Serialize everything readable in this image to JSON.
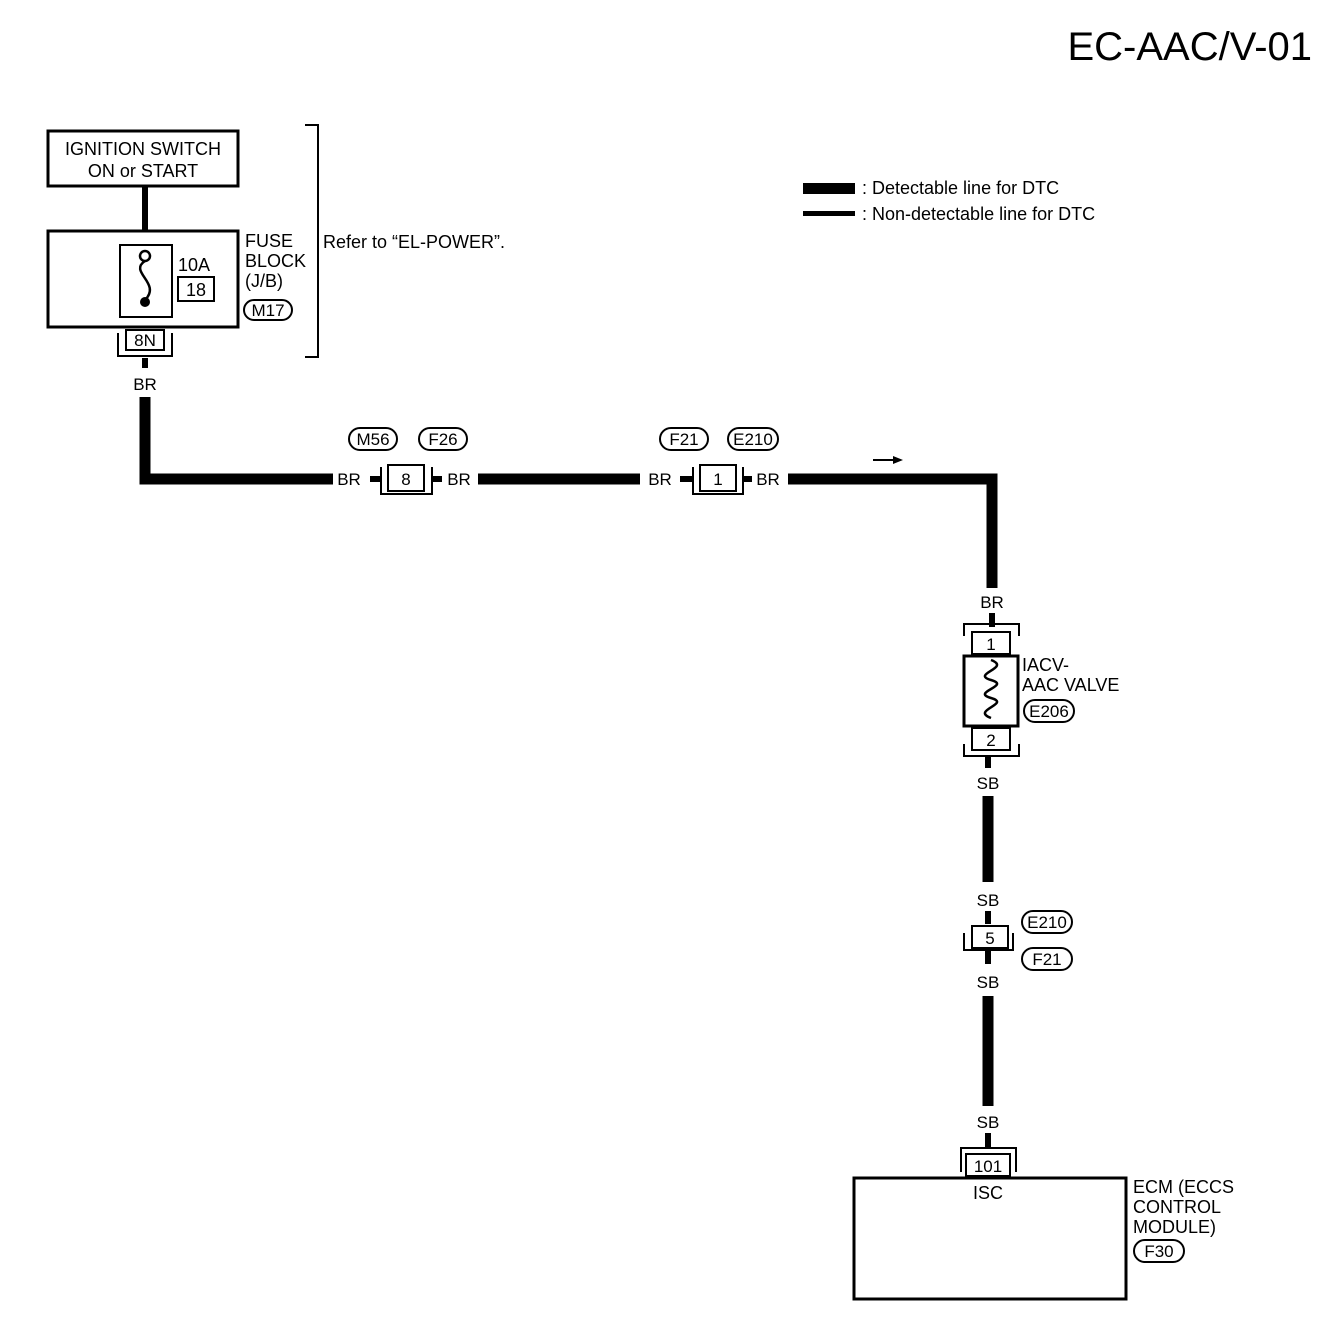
{
  "diagram_id": "EC-AAC/V-01",
  "legend": {
    "detectable": ": Detectable line for DTC",
    "non_detectable": ": Non-detectable line for DTC"
  },
  "ignition_switch": {
    "line1": "IGNITION SWITCH",
    "line2": "ON or START"
  },
  "fuse_block": {
    "line1": "FUSE",
    "line2": "BLOCK",
    "line3": "(J/B)",
    "connector": "M17",
    "rating": "10A",
    "fuse_number": "18",
    "terminal": "8N"
  },
  "refer_note": "Refer to “EL-POWER”.",
  "connector_m56_f26": {
    "left": "M56",
    "right": "F26",
    "pin": "8"
  },
  "connector_f21_e210": {
    "left": "F21",
    "right": "E210",
    "pin": "1"
  },
  "iacv_valve": {
    "line1": "IACV-",
    "line2": "AAC VALVE",
    "connector": "E206",
    "pin_top": "1",
    "pin_bottom": "2"
  },
  "connector_e210_f21": {
    "top": "E210",
    "bottom": "F21",
    "pin": "5"
  },
  "ecm": {
    "line1": "ECM (ECCS",
    "line2": "CONTROL",
    "line3": "MODULE)",
    "connector": "F30",
    "pin": "101",
    "pin_label": "ISC"
  },
  "wire_colors": {
    "br": "BR",
    "sb": "SB"
  }
}
